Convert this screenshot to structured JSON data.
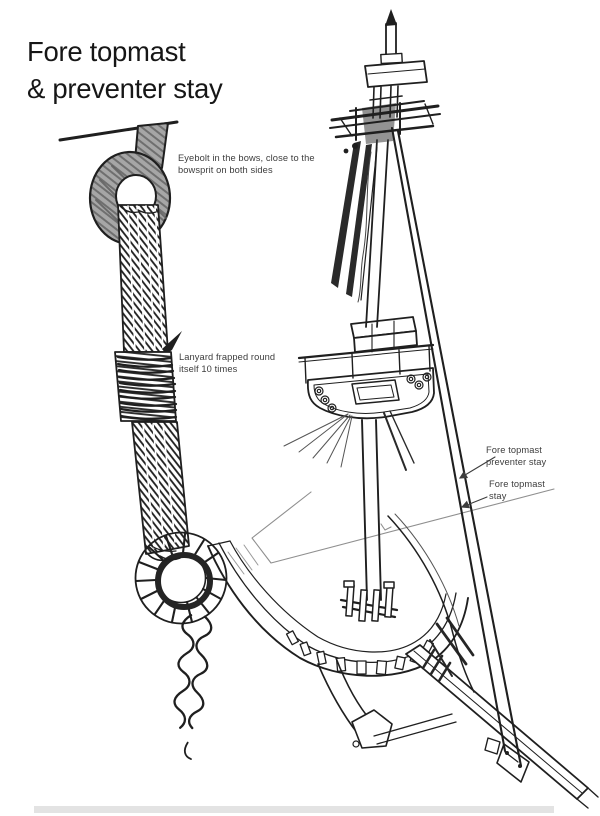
{
  "page": {
    "title": "Fore topmast\n& preventer stay"
  },
  "annotations": {
    "eyebolt": "Eyebolt in the bows, close to the\nbowsprit on both sides",
    "lanyard": "Lanyard frapped round\nitself 10 times",
    "preventer_stay": "Fore topmast\npreventer stay",
    "fore_stay": "Fore topmast\nstay"
  },
  "colors": {
    "ink": "#1f1f1f",
    "annotation-ink": "#3d3d3d",
    "paper": "#ffffff",
    "shade-gray": "#a6a6a6"
  }
}
